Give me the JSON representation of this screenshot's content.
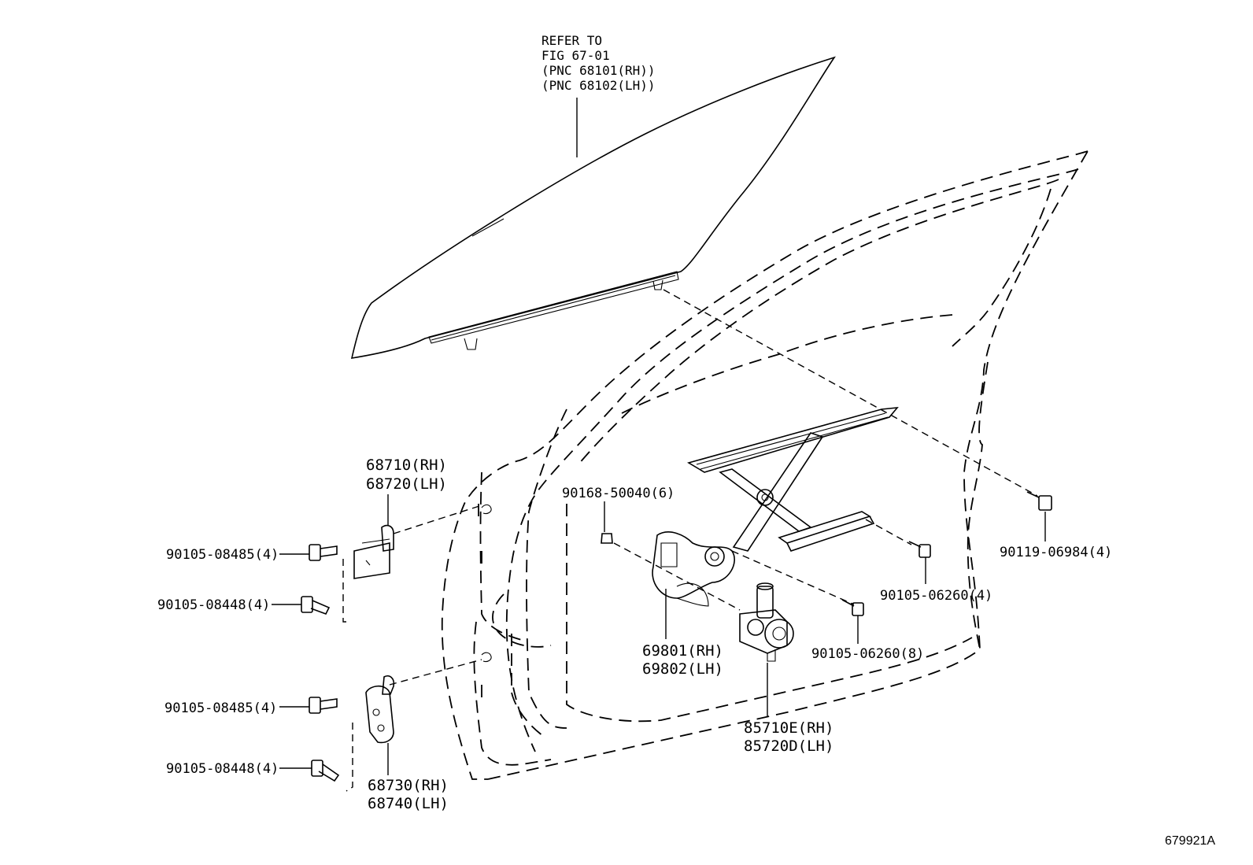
{
  "labels": {
    "refer": [
      "REFER TO",
      "FIG 67-01",
      "(PNC 68101(RH))",
      "(PNC 68102(LH))"
    ],
    "hinge_upper": [
      "68710(RH)",
      "68720(LH)"
    ],
    "hinge_lower": [
      "68730(RH)",
      "68740(LH)"
    ],
    "regulator": [
      "69801(RH)",
      "69802(LH)"
    ],
    "motor": [
      "85710E(RH)",
      "85720D(LH)"
    ],
    "bolt_a1": "90105-08485(4)",
    "bolt_b1": "90105-08448(4)",
    "bolt_a2": "90105-08485(4)",
    "bolt_b2": "90105-08448(4)",
    "screw_top": "90168-50040(6)",
    "bolt_right": "90119-06984(4)",
    "bolt_reg": "90105-06260(4)",
    "bolt_motor": "90105-06260(8)",
    "figure_id": "679921A"
  }
}
